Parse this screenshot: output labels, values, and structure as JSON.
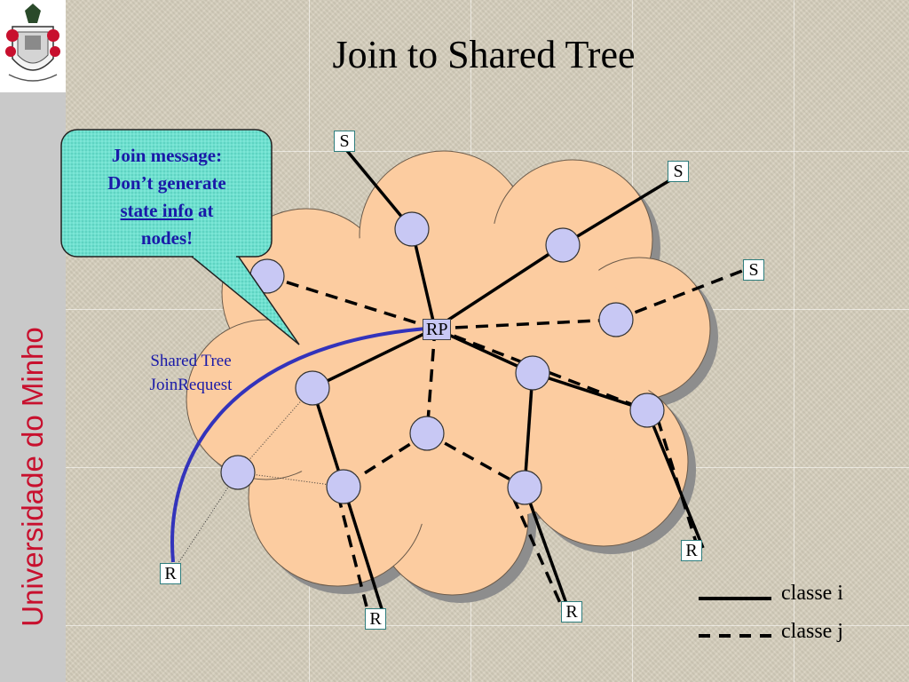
{
  "title": "Join to Shared Tree",
  "sidebar": {
    "label": "Universidade do Minho"
  },
  "callout": {
    "line1": "Join message:",
    "line2": "Don’t generate",
    "link": "state info",
    "line3_rest": " at",
    "line4": "nodes!"
  },
  "tree_label": {
    "line1": "Shared Tree",
    "line2": "JoinRequest"
  },
  "nodes": {
    "rp": "RP",
    "source": "S",
    "receiver": "R"
  },
  "legend": {
    "solid": "classe i",
    "dashed": "classe j"
  },
  "colors": {
    "cloud": "#fccca0",
    "node_fill": "#c8c8f4",
    "callout_fill": "#6fe0cf",
    "join_path": "#3333bb",
    "brand_red": "#c8102e"
  }
}
